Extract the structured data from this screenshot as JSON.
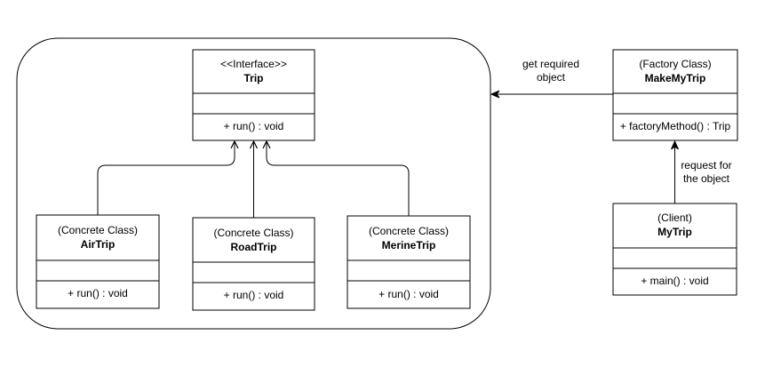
{
  "diagram": {
    "type": "uml-class-diagram",
    "colors": {
      "stroke": "#000000",
      "fill": "#ffffff",
      "text": "#000000"
    },
    "classes": {
      "trip": {
        "stereotype": "<<Interface>>",
        "name": "Trip",
        "method": "+ run() : void"
      },
      "air_trip": {
        "stereotype": "(Concrete Class)",
        "name": "AirTrip",
        "method": "+ run() : void"
      },
      "road_trip": {
        "stereotype": "(Concrete Class)",
        "name": "RoadTrip",
        "method": "+ run() : void"
      },
      "merine_trip": {
        "stereotype": "(Concrete Class)",
        "name": "MerineTrip",
        "method": "+ run() : void"
      },
      "make_my_trip": {
        "stereotype": "(Factory Class)",
        "name": "MakeMyTrip",
        "method": "+ factoryMethod() : Trip"
      },
      "my_trip": {
        "stereotype": "(Client)",
        "name": "MyTrip",
        "method": "+ main() : void"
      }
    },
    "edge_labels": {
      "get_required_line1": "get required",
      "get_required_line2": "object",
      "request_line1": "request for",
      "request_line2": "the object"
    }
  }
}
